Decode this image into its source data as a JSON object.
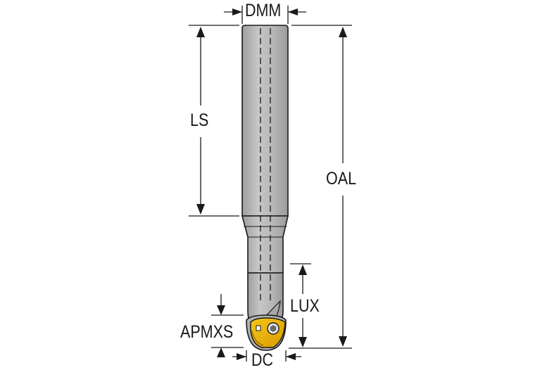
{
  "labels": {
    "dmm": "DMM",
    "ls": "LS",
    "oal": "OAL",
    "lux": "LUX",
    "apmxs": "APMXS",
    "dc": "DC"
  },
  "colors": {
    "shank": "#b9b9b9",
    "shank_highlight": "#d0d0d0",
    "outline": "#1a1a1a",
    "insert": "#f0b400",
    "insert_dark": "#c48a00",
    "dimension_line": "#1a1a1a"
  }
}
